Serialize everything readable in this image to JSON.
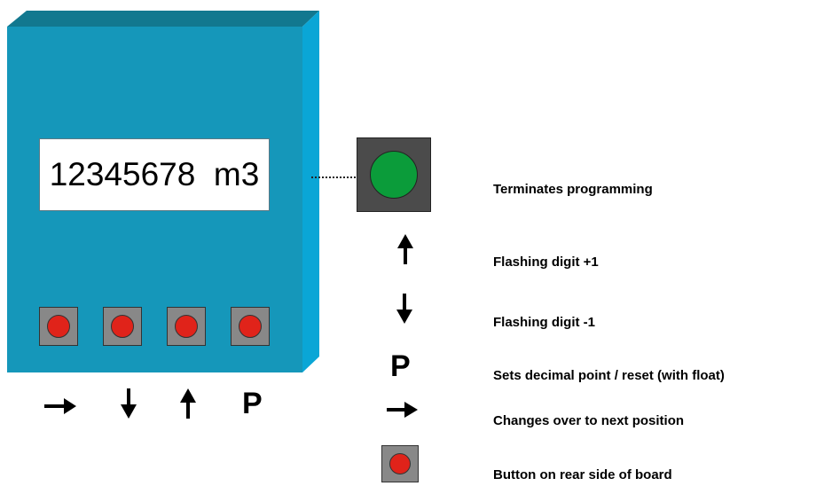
{
  "display": {
    "value": "12345678  m3"
  },
  "device_labels": {
    "p": "P"
  },
  "legend": {
    "terminates": "Terminates programming",
    "up": "Flashing digit +1",
    "down": "Flashing digit -1",
    "p_symbol": "P",
    "p_text": "Sets decimal point / reset (with float)",
    "right": "Changes over to next position",
    "rear": "Button on rear side of board"
  },
  "colors": {
    "device": "#1597ba",
    "device_top": "#12788f",
    "device_side": "#0aa6d6",
    "button_red": "#e0231a",
    "button_green": "#0b9c3a"
  }
}
